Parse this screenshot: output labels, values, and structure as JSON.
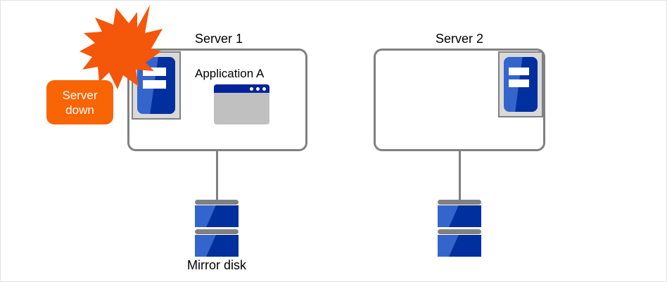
{
  "diagram": {
    "title_server1": "Server 1",
    "title_server2": "Server 2",
    "application_label": "Application  A",
    "alert_line1": "Server",
    "alert_line2": "down",
    "disk_label": "Mirror disk",
    "icons": {
      "server_machine": "server-icon",
      "app_window": "application-window-icon",
      "burst": "lightning-burst-icon",
      "disk": "disk-stack-icon"
    },
    "colors": {
      "alert_orange": "#f96405",
      "burst_orange": "#f4560a",
      "box_border_gray": "#808080",
      "icon_blue_light": "#3465cc",
      "icon_blue_dark": "#002f9e",
      "window_titlebar": "#03239b",
      "window_body": "#c0c0c0",
      "icon_frame_gray": "#d9d9d9",
      "canvas_border": "#e2e2e2",
      "text_black": "#000000",
      "text_white": "#ffffff"
    }
  }
}
